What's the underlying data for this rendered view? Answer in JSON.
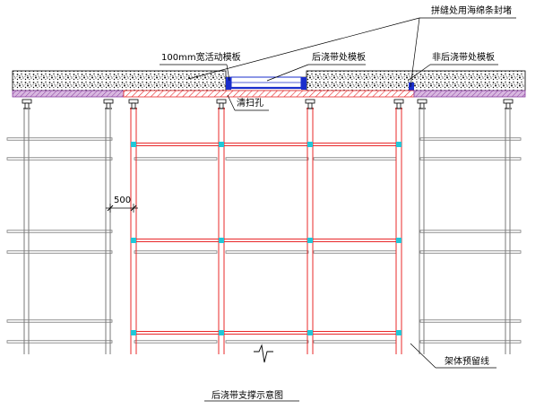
{
  "labels": {
    "sponge_seal": "拼缝处用海绵条封堵",
    "movable_form": "100mm宽活动模板",
    "post_pour_form": "后浇带处模板",
    "non_post_pour_form": "非后浇带处模板",
    "cleanout_hole": "清扫孔",
    "spacing_500": "500",
    "frame_reserve_line": "架体预留线"
  },
  "caption": "后浇带支撑示意图",
  "colors": {
    "red_frame": "#e8282a",
    "node": "#20c8d8",
    "steel_pipe": "#7a7a7a",
    "formwork": "#8a3da0",
    "blue_form": "#1a2ecc"
  }
}
